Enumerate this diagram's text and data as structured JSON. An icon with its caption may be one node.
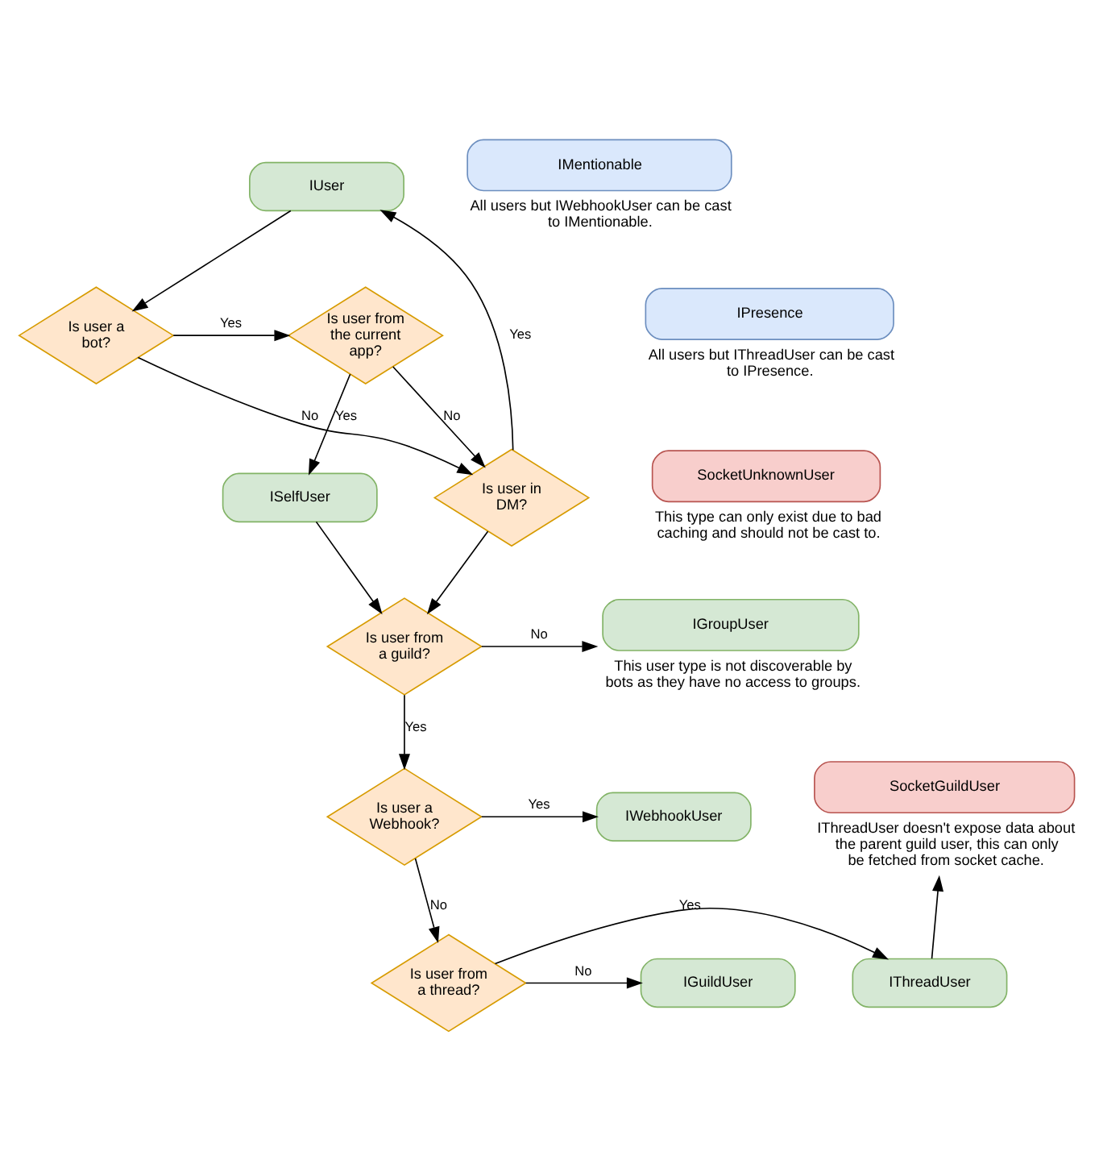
{
  "diagram": {
    "nodes": [
      {
        "text": [
          "IUser"
        ]
      },
      {
        "text": [
          "Is user a bot?"
        ]
      },
      {
        "text": [
          "Is user from the current app?"
        ]
      },
      {
        "text": [
          "Is user in DM?"
        ]
      },
      {
        "text": [
          "ISelfUser"
        ]
      },
      {
        "text": [
          "Is user from a guild?"
        ]
      },
      {
        "text": [
          "IGroupUser"
        ],
        "beside": [
          "This user type is not discoverable by bots as they have no access to groups."
        ]
      },
      {
        "text": [
          "Is user a Webhook?"
        ]
      },
      {
        "text": [
          "IWebhookUser"
        ]
      },
      {
        "text": [
          "Is user from a thread?"
        ]
      },
      {
        "text": [
          "IGuildUser"
        ]
      },
      {
        "text": [
          "IThreadUser"
        ]
      },
      {
        "text": [
          "SocketGuildUser"
        ],
        "beside": [
          "IThreadUser doesn't expose data about the parent guild user, this can only be fetched from socket cache."
        ]
      },
      {
        "text": [
          "IMentionable"
        ],
        "beside": [
          "All users but IWebhookUser can be cast to IMentionable."
        ]
      },
      {
        "text": [
          "IPresence"
        ],
        "beside": [
          "All users but IThreadUser can be cast to IPresence."
        ]
      },
      {
        "text": [
          "SocketUnknownUser"
        ],
        "beside": [
          "This type can only exist due to bad caching and should not be cast to."
        ]
      }
    ],
    "edges": [
      {
        "from": 0,
        "to": 1,
        "arrow": "to"
      },
      {
        "from": 1,
        "to": 2,
        "arrow": "to",
        "label": "Yes"
      },
      {
        "from": 1,
        "to": 3,
        "arrow": "to",
        "label": "No"
      },
      {
        "from": 2,
        "to": 4,
        "arrow": "to",
        "label": "Yes"
      },
      {
        "from": 2,
        "to": 3,
        "arrow": "to",
        "label": "No"
      },
      {
        "from": 3,
        "to": 0,
        "arrow": "to",
        "label": "Yes"
      },
      {
        "from": 3,
        "to": 5,
        "arrow": "to"
      },
      {
        "from": 4,
        "to": 5,
        "arrow": "to"
      },
      {
        "from": 5,
        "to": 6,
        "arrow": "to",
        "label": "No"
      },
      {
        "from": 5,
        "to": 7,
        "arrow": "to",
        "label": "Yes"
      },
      {
        "from": 7,
        "to": 8,
        "arrow": "to",
        "label": "Yes"
      },
      {
        "from": 7,
        "to": 9,
        "arrow": "to",
        "label": "No"
      },
      {
        "from": 9,
        "to": 10,
        "arrow": "to",
        "label": "No"
      },
      {
        "from": 9,
        "to": 11,
        "arrow": "to",
        "label": "Yes"
      },
      {
        "from": 11,
        "to": 12,
        "arrow": "to"
      }
    ]
  }
}
